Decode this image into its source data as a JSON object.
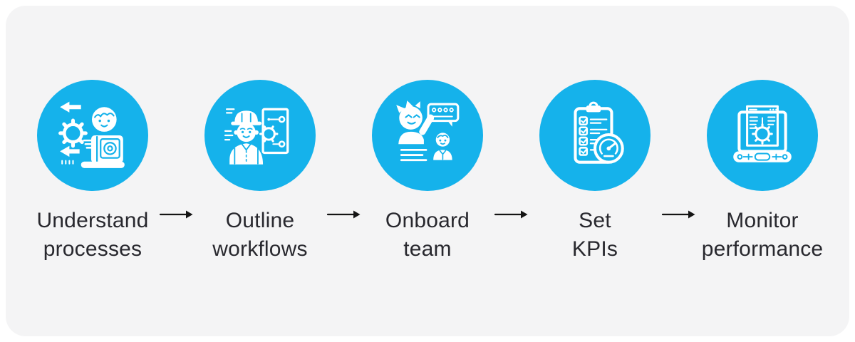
{
  "diagram": {
    "type": "process-flow",
    "direction": "left-to-right",
    "steps": [
      {
        "order": 1,
        "line1": "Understand",
        "line2": "processes",
        "icon": "person-computer-gears-icon"
      },
      {
        "order": 2,
        "line1": "Outline",
        "line2": "workflows",
        "icon": "engineer-blueprint-icon"
      },
      {
        "order": 3,
        "line1": "Onboard",
        "line2": "team",
        "icon": "greeting-person-chat-icon"
      },
      {
        "order": 4,
        "line1": "Set",
        "line2": "KPIs",
        "icon": "checklist-gauge-icon"
      },
      {
        "order": 5,
        "line1": "Monitor",
        "line2": "performance",
        "icon": "laptop-gear-dashboard-icon"
      }
    ],
    "colors": {
      "accent_blue": "#15b2eb",
      "icon_art": "#ffffff",
      "card_background": "#f4f4f5",
      "page_background": "#ffffff",
      "label_text": "#28282e",
      "arrow": "#141414"
    }
  }
}
